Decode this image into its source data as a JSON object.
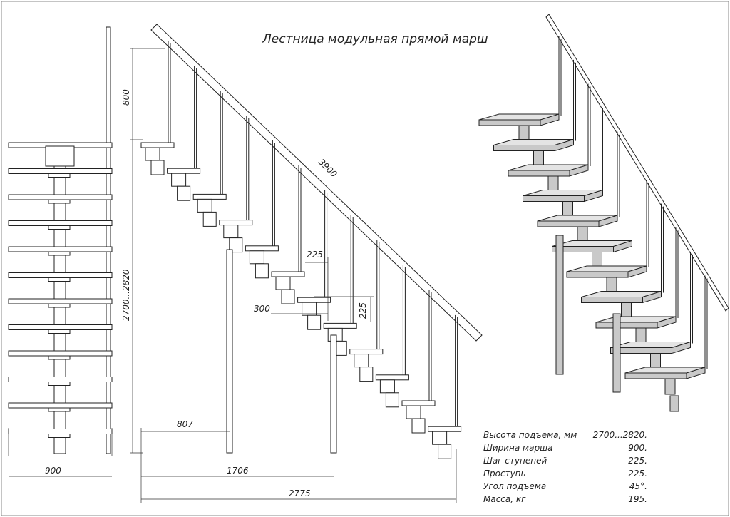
{
  "title": "Лестница модульная прямой марш",
  "dimensions": {
    "front_width": "900",
    "top_height": "800",
    "total_height": "2700...2820",
    "rail_length": "3900",
    "step_tread": "225",
    "step_rise": "225",
    "offset": "300",
    "d807": "807",
    "d1706": "1706",
    "d2775": "2775"
  },
  "specs": [
    {
      "label": "Высота подъема, мм",
      "value": "2700...2820."
    },
    {
      "label": "Ширина марша",
      "value": "900."
    },
    {
      "label": "Шаг ступеней",
      "value": "225."
    },
    {
      "label": "Проступь",
      "value": "225."
    },
    {
      "label": "Угол подъема",
      "value": "45°."
    },
    {
      "label": "Масса, кг",
      "value": "195."
    }
  ]
}
